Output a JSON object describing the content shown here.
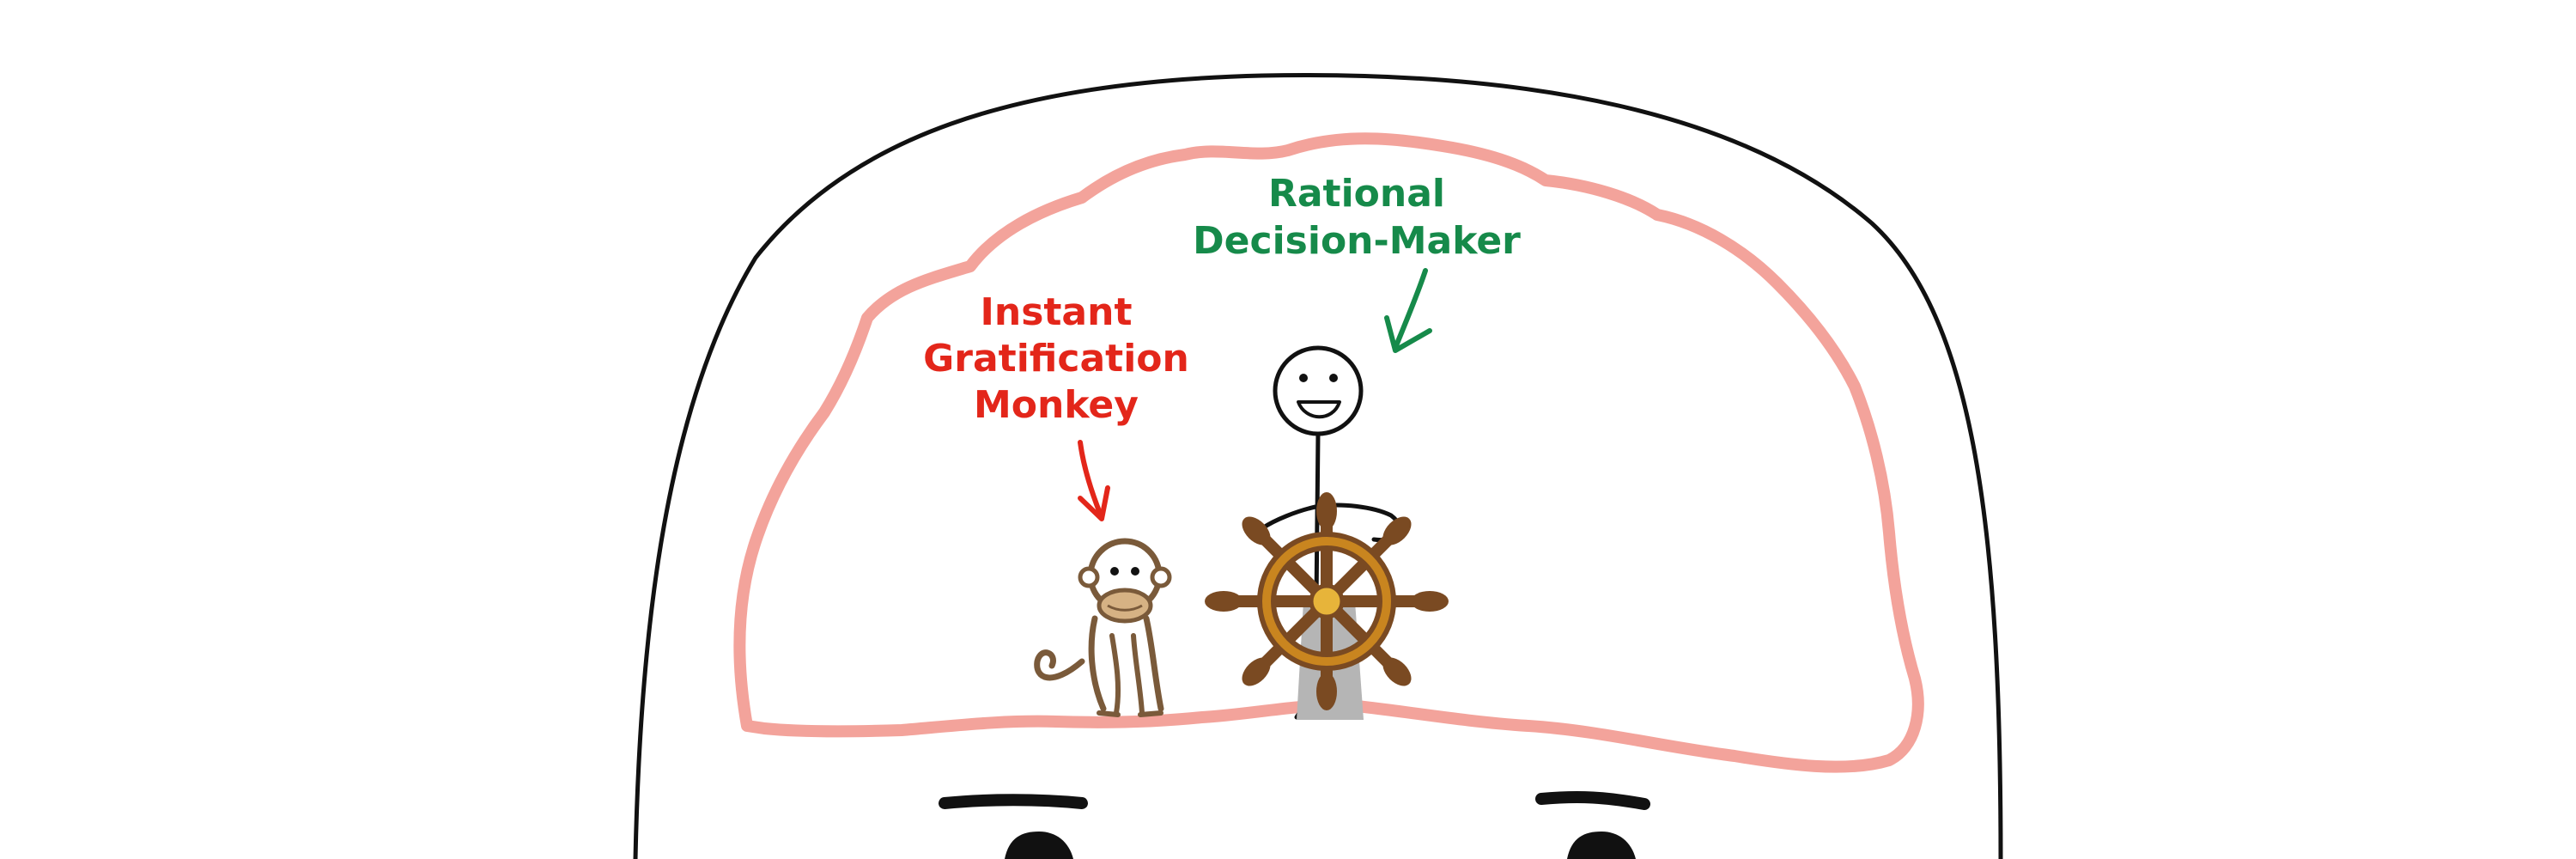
{
  "labels": {
    "rational_line1": "Rational",
    "rational_line2": "Decision-Maker",
    "monkey_line1": "Instant",
    "monkey_line2": "Gratification",
    "monkey_line3": "Monkey"
  },
  "colors": {
    "rational_text": "#168a4a",
    "monkey_text": "#e3261a",
    "brain_outline": "#f3a39b",
    "head_outline": "#111111",
    "wheel_rim": "#c9851f",
    "wheel_spokes": "#7a4a22",
    "monkey_body": "#7a5a3a",
    "monkey_face": "#d6b284"
  },
  "icons": {
    "head": "head-outline",
    "brain": "brain-outline",
    "stick_figure": "stick-figure-icon",
    "ships_wheel": "ships-wheel-icon",
    "monkey": "monkey-icon"
  }
}
